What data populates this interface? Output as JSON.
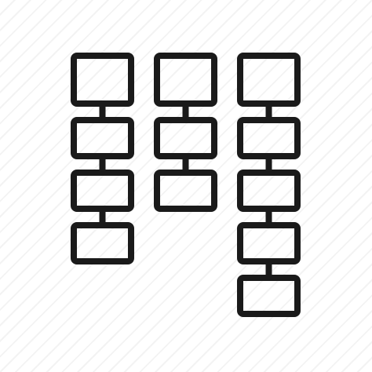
{
  "icon": {
    "name": "hierarchy-columns-icon",
    "stroke_color": "#1a1a1a",
    "background_color": "#ffffff",
    "stripe_color": "#f3f3f3",
    "columns": [
      {
        "name": "column-1",
        "box_count": 4
      },
      {
        "name": "column-2",
        "box_count": 3
      },
      {
        "name": "column-3",
        "box_count": 5
      }
    ]
  }
}
